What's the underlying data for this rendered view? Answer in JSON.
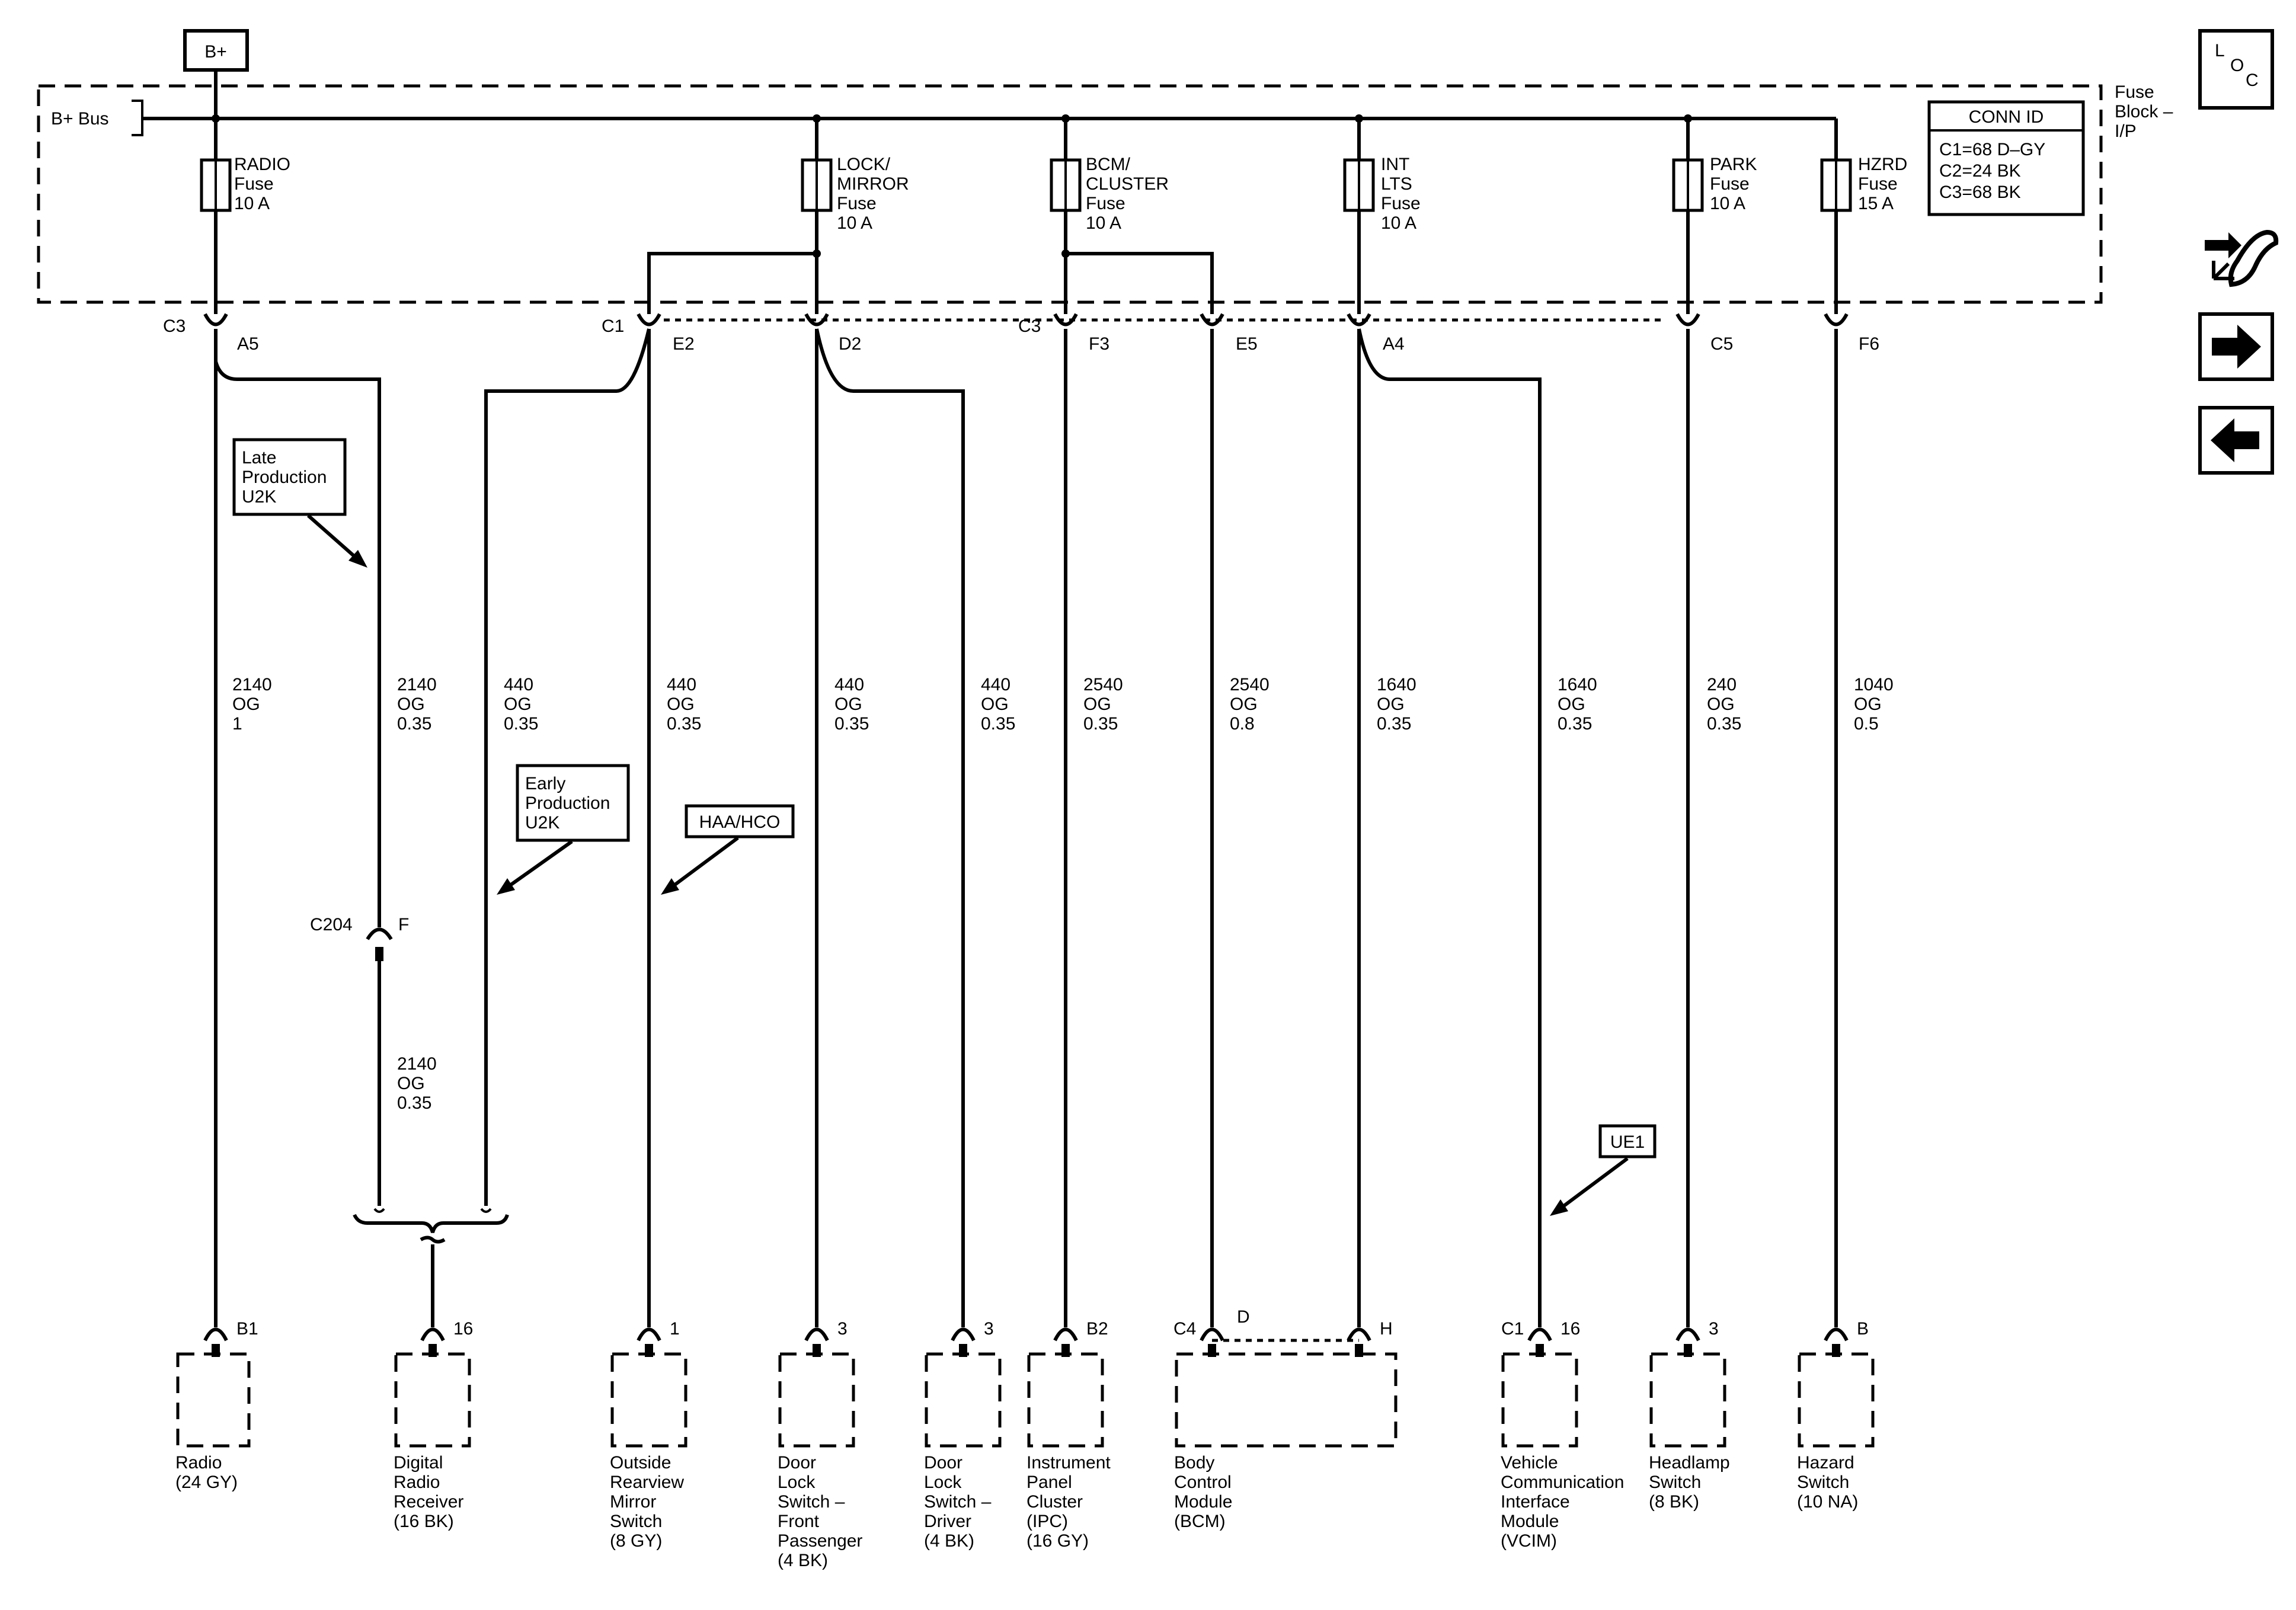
{
  "power": {
    "source": "B+",
    "bus": "B+ Bus",
    "fuse_block": [
      "Fuse",
      "Block –",
      "I/P"
    ]
  },
  "conn_id": {
    "title": "CONN ID",
    "lines": [
      "C1=68 D–GY",
      "C2=24 BK",
      "C3=68 BK"
    ]
  },
  "fuses": [
    {
      "lines": [
        "RADIO",
        "Fuse",
        "10 A"
      ]
    },
    {
      "lines": [
        "LOCK/",
        "MIRROR",
        "Fuse",
        "10 A"
      ]
    },
    {
      "lines": [
        "BCM/",
        "CLUSTER",
        "Fuse",
        "10 A"
      ]
    },
    {
      "lines": [
        "INT",
        "LTS",
        "Fuse",
        "10 A"
      ]
    },
    {
      "lines": [
        "PARK",
        "Fuse",
        "10 A"
      ]
    },
    {
      "lines": [
        "HZRD",
        "Fuse",
        "15 A"
      ]
    }
  ],
  "fuse_block_pins": {
    "connectors": [
      "C3",
      "C1",
      "C3"
    ],
    "pins": [
      "A5",
      "E2",
      "D2",
      "F3",
      "E5",
      "A4",
      "C5",
      "F6"
    ]
  },
  "wires": [
    {
      "circuit": "2140",
      "color": "OG",
      "gauge": "1"
    },
    {
      "circuit": "2140",
      "color": "OG",
      "gauge": "0.35"
    },
    {
      "circuit": "440",
      "color": "OG",
      "gauge": "0.35"
    },
    {
      "circuit": "440",
      "color": "OG",
      "gauge": "0.35"
    },
    {
      "circuit": "440",
      "color": "OG",
      "gauge": "0.35"
    },
    {
      "circuit": "440",
      "color": "OG",
      "gauge": "0.35"
    },
    {
      "circuit": "2540",
      "color": "OG",
      "gauge": "0.35"
    },
    {
      "circuit": "2540",
      "color": "OG",
      "gauge": "0.8"
    },
    {
      "circuit": "1640",
      "color": "OG",
      "gauge": "0.35"
    },
    {
      "circuit": "1640",
      "color": "OG",
      "gauge": "0.35"
    },
    {
      "circuit": "240",
      "color": "OG",
      "gauge": "0.35"
    },
    {
      "circuit": "1040",
      "color": "OG",
      "gauge": "0.5"
    },
    {
      "circuit": "2140",
      "color": "OG",
      "gauge": "0.35"
    }
  ],
  "options": [
    {
      "lines": [
        "Late",
        "Production",
        "U2K"
      ]
    },
    {
      "lines": [
        "Early",
        "Production",
        "U2K"
      ]
    },
    {
      "lines": [
        "HAA/HCO"
      ]
    },
    {
      "lines": [
        "UE1"
      ]
    }
  ],
  "inline_connector": {
    "name": "C204",
    "pin": "F"
  },
  "components": [
    {
      "connector": "",
      "pins": [
        "B1"
      ],
      "lines": [
        "Radio",
        "(24 GY)"
      ]
    },
    {
      "connector": "",
      "pins": [
        "16"
      ],
      "lines": [
        "Digital",
        "Radio",
        "Receiver",
        "(16 BK)"
      ]
    },
    {
      "connector": "",
      "pins": [
        "1"
      ],
      "lines": [
        "Outside",
        "Rearview",
        "Mirror",
        "Switch",
        "(8 GY)"
      ]
    },
    {
      "connector": "",
      "pins": [
        "3"
      ],
      "lines": [
        "Door",
        "Lock",
        "Switch –",
        "Front",
        "Passenger",
        "(4 BK)"
      ]
    },
    {
      "connector": "",
      "pins": [
        "3"
      ],
      "lines": [
        "Door",
        "Lock",
        "Switch –",
        "Driver",
        "(4 BK)"
      ]
    },
    {
      "connector": "",
      "pins": [
        "B2"
      ],
      "lines": [
        "Instrument",
        "Panel",
        "Cluster",
        "(IPC)",
        "(16 GY)"
      ]
    },
    {
      "connector": "C4",
      "pins": [
        "D",
        "H"
      ],
      "lines": [
        "Body",
        "Control",
        "Module",
        "(BCM)"
      ]
    },
    {
      "connector": "C1",
      "pins": [
        "16"
      ],
      "lines": [
        "Vehicle",
        "Communication",
        "Interface",
        "Module",
        "(VCIM)"
      ]
    },
    {
      "connector": "",
      "pins": [
        "3"
      ],
      "lines": [
        "Headlamp",
        "Switch",
        "(8 BK)"
      ]
    },
    {
      "connector": "",
      "pins": [
        "B"
      ],
      "lines": [
        "Hazard",
        "Switch",
        "(10 NA)"
      ]
    }
  ],
  "nav": {
    "loc": [
      "L",
      "O",
      "C"
    ],
    "icons": [
      "wrench-arrows-icon",
      "arrow-right-icon",
      "arrow-left-icon"
    ]
  }
}
